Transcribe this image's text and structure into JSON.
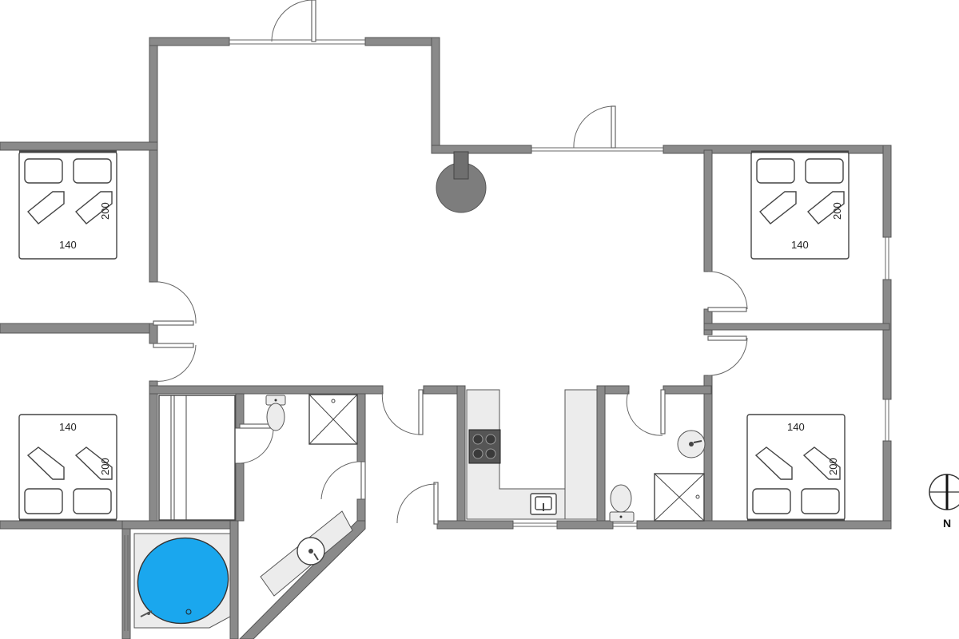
{
  "floor_plan": {
    "bedrooms": [
      {
        "bed_width": "140",
        "bed_length": "200"
      },
      {
        "bed_width": "140",
        "bed_length": "200"
      },
      {
        "bed_width": "140",
        "bed_length": "200"
      },
      {
        "bed_width": "140",
        "bed_length": "200"
      }
    ],
    "compass": {
      "label": "N"
    },
    "colors": {
      "wall": "#8a8a8a",
      "fixture": "#ececec",
      "stove": "#555555",
      "pool_water": "#1aa7ee"
    }
  }
}
